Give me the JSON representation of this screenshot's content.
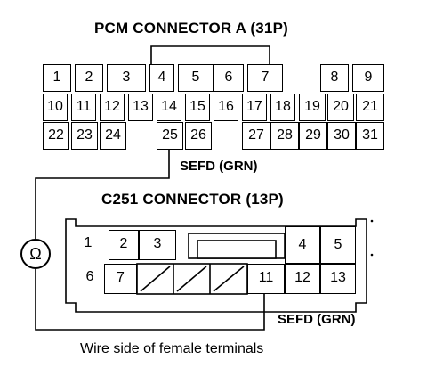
{
  "connector_a": {
    "title": "PCM CONNECTOR A (31P)",
    "pins": [
      "1",
      "2",
      "3",
      "4",
      "5",
      "6",
      "7",
      "8",
      "9",
      "10",
      "11",
      "12",
      "13",
      "14",
      "15",
      "16",
      "17",
      "18",
      "19",
      "20",
      "21",
      "22",
      "23",
      "24",
      "25",
      "26",
      "27",
      "28",
      "29",
      "30",
      "31"
    ]
  },
  "connector_c251": {
    "title": "C251 CONNECTOR (13P)",
    "pins": [
      "1",
      "2",
      "3",
      "4",
      "5",
      "6",
      "7",
      "11",
      "12",
      "13"
    ]
  },
  "wire_label_a": "SEFD (GRN)",
  "wire_label_c": "SEFD (GRN)",
  "meter_symbol": "Ω",
  "caption": "Wire side of female terminals"
}
